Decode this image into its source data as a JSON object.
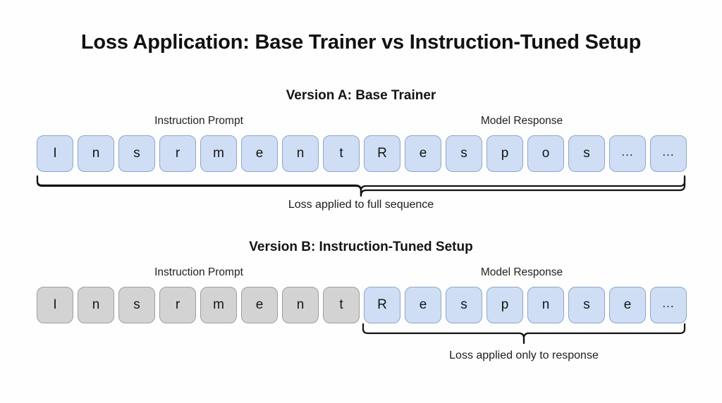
{
  "title": "Loss Application: Base Trainer vs Instruction-Tuned Setup",
  "background_color": "#fefefe",
  "colors": {
    "token_blue_fill": "#cfdef5",
    "token_blue_border": "#8fa6c6",
    "token_gray_fill": "#d3d3d3",
    "token_gray_border": "#9e9e9e",
    "text": "#1a1a1a",
    "brace_stroke": "#111111"
  },
  "sections": [
    {
      "id": "version-a",
      "heading": "Version A: Base Trainer",
      "prompt_label": "Instruction Prompt",
      "response_label": "Model Response",
      "tokens": [
        {
          "text": "I",
          "style": "blue"
        },
        {
          "text": "n",
          "style": "blue"
        },
        {
          "text": "s",
          "style": "blue"
        },
        {
          "text": "r",
          "style": "blue"
        },
        {
          "text": "m",
          "style": "blue"
        },
        {
          "text": "e",
          "style": "blue"
        },
        {
          "text": "n",
          "style": "blue"
        },
        {
          "text": "t",
          "style": "blue"
        },
        {
          "text": "R",
          "style": "blue"
        },
        {
          "text": "e",
          "style": "blue"
        },
        {
          "text": "s",
          "style": "blue"
        },
        {
          "text": "p",
          "style": "blue"
        },
        {
          "text": "o",
          "style": "blue"
        },
        {
          "text": "s",
          "style": "blue"
        },
        {
          "text": "...",
          "style": "blue"
        },
        {
          "text": "...",
          "style": "blue"
        }
      ],
      "brace_caption": "Loss applied to full sequence",
      "brace_covers": "all-tokens"
    },
    {
      "id": "version-b",
      "heading": "Version B: Instruction-Tuned Setup",
      "prompt_label": "Instruction Prompt",
      "response_label": "Model Response",
      "tokens": [
        {
          "text": "I",
          "style": "gray"
        },
        {
          "text": "n",
          "style": "gray"
        },
        {
          "text": "s",
          "style": "gray"
        },
        {
          "text": "r",
          "style": "gray"
        },
        {
          "text": "m",
          "style": "gray"
        },
        {
          "text": "e",
          "style": "gray"
        },
        {
          "text": "n",
          "style": "gray"
        },
        {
          "text": "t",
          "style": "gray"
        },
        {
          "text": "R",
          "style": "blue"
        },
        {
          "text": "e",
          "style": "blue"
        },
        {
          "text": "s",
          "style": "blue"
        },
        {
          "text": "p",
          "style": "blue"
        },
        {
          "text": "n",
          "style": "blue"
        },
        {
          "text": "s",
          "style": "blue"
        },
        {
          "text": "e",
          "style": "blue"
        },
        {
          "text": "...",
          "style": "blue"
        }
      ],
      "brace_caption": "Loss applied only to response",
      "brace_covers": "response-tokens"
    }
  ]
}
